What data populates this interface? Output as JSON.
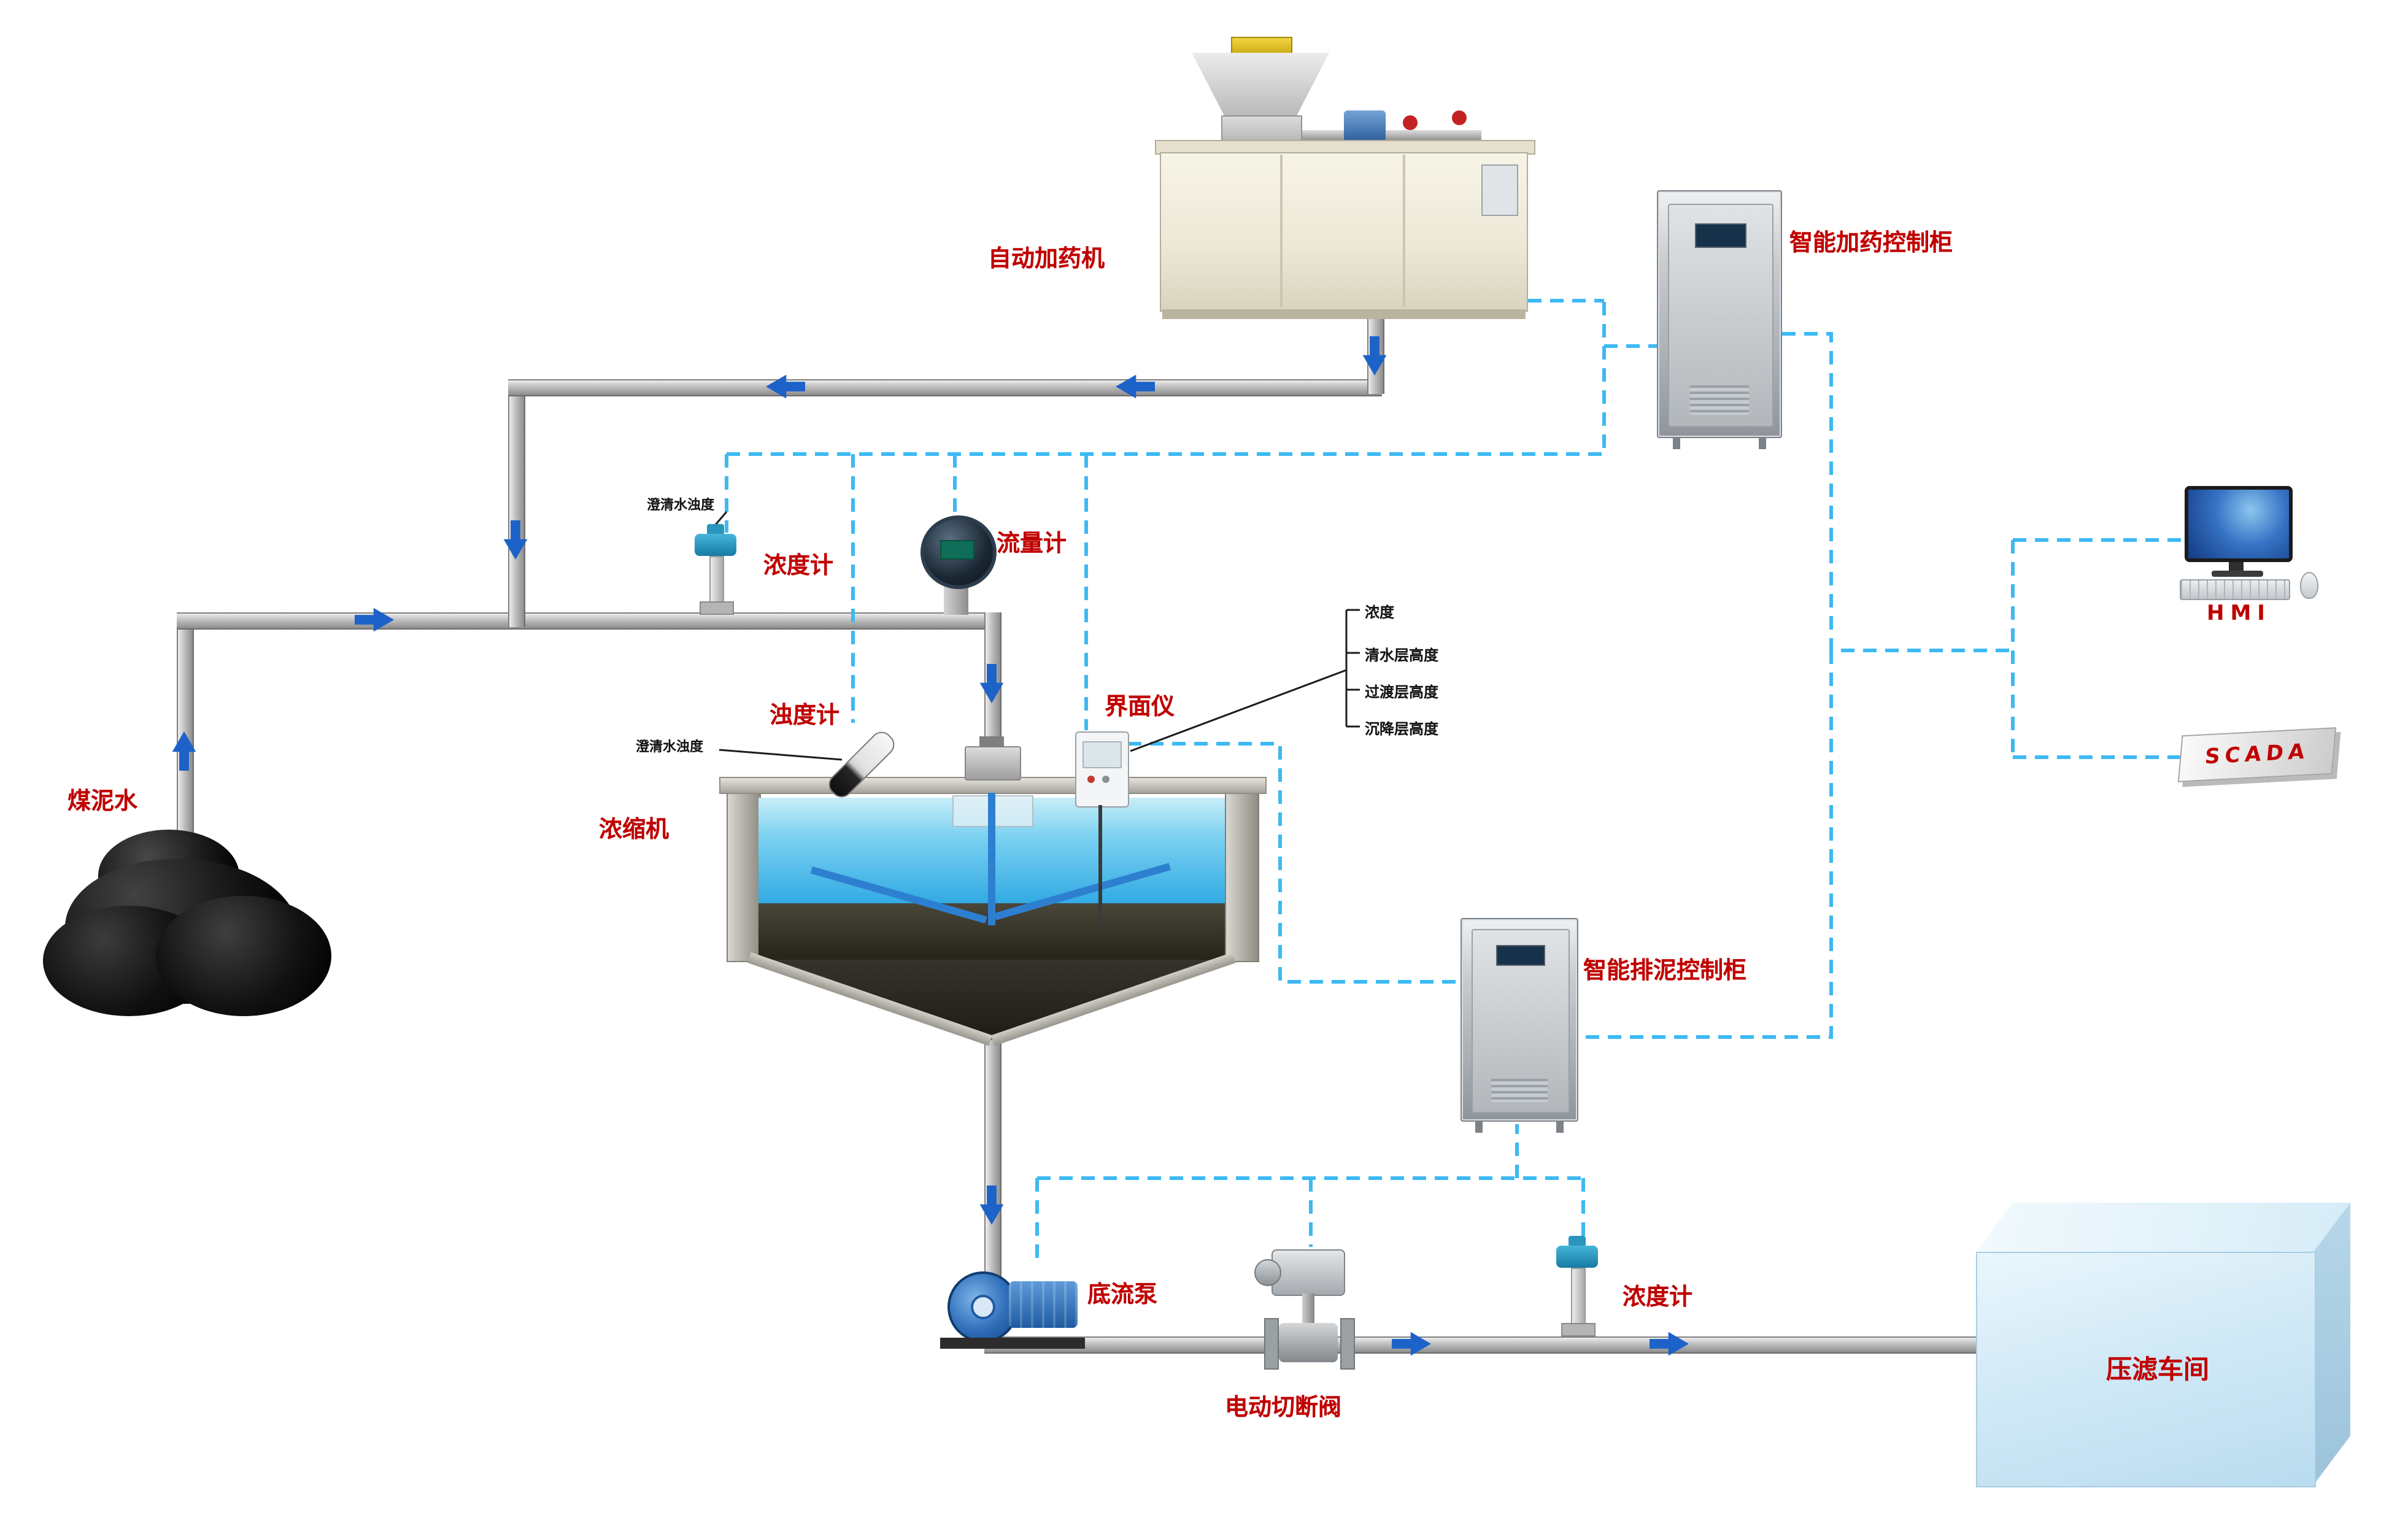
{
  "labels": {
    "coal_slurry": "煤泥水",
    "dosing_machine": "自动加药机",
    "dosing_cabinet": "智能加药控制柜",
    "hmi": "HMI",
    "scada": "SCADA",
    "density_meter_top": "浓度计",
    "flow_meter": "流量计",
    "turbidity_meter": "浊度计",
    "interface_meter": "界面仪",
    "thickener": "浓缩机",
    "sludge_cabinet": "智能排泥控制柜",
    "underflow_pump": "底流泵",
    "electric_valve": "电动切断阀",
    "density_meter_bottom": "浓度计",
    "filter_press": "压滤车间"
  },
  "annotations": {
    "clarified_water_turbidity_top": "澄清水浊度",
    "clarified_water_turbidity_mid": "澄清水浊度",
    "interface_readings": [
      "浓度",
      "清水层高度",
      "过渡层高度",
      "沉降层高度"
    ]
  },
  "colors": {
    "label_red": "#c00000",
    "signal_line": "#3db9f3",
    "arrow_blue": "#1d62c8",
    "pipe_gray": "#bdbdbd"
  }
}
